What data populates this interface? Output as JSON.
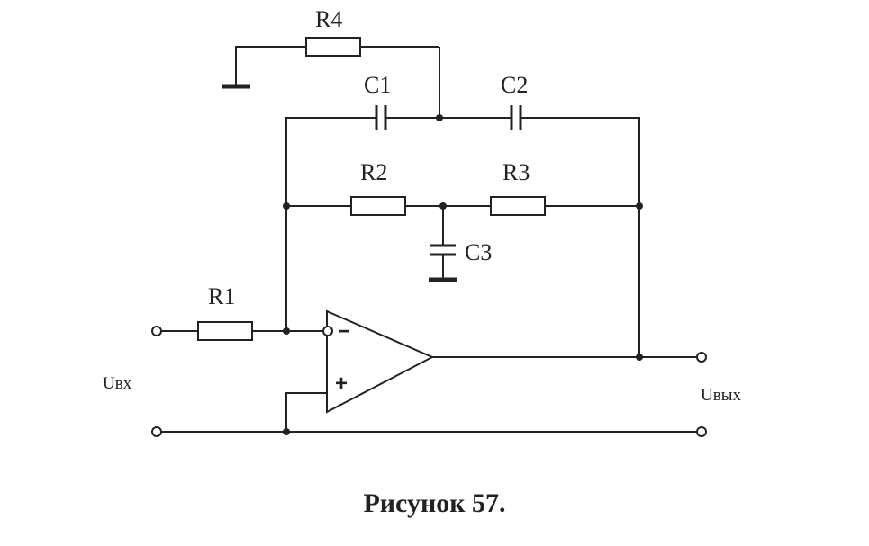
{
  "labels": {
    "r1": "R1",
    "r2": "R2",
    "r3": "R3",
    "r4": "R4",
    "c1": "C1",
    "c2": "C2",
    "c3": "C3",
    "u_in": "Uвх",
    "u_out": "Uвых",
    "minus": "−",
    "plus": "+"
  },
  "caption": "Рисунок 57."
}
